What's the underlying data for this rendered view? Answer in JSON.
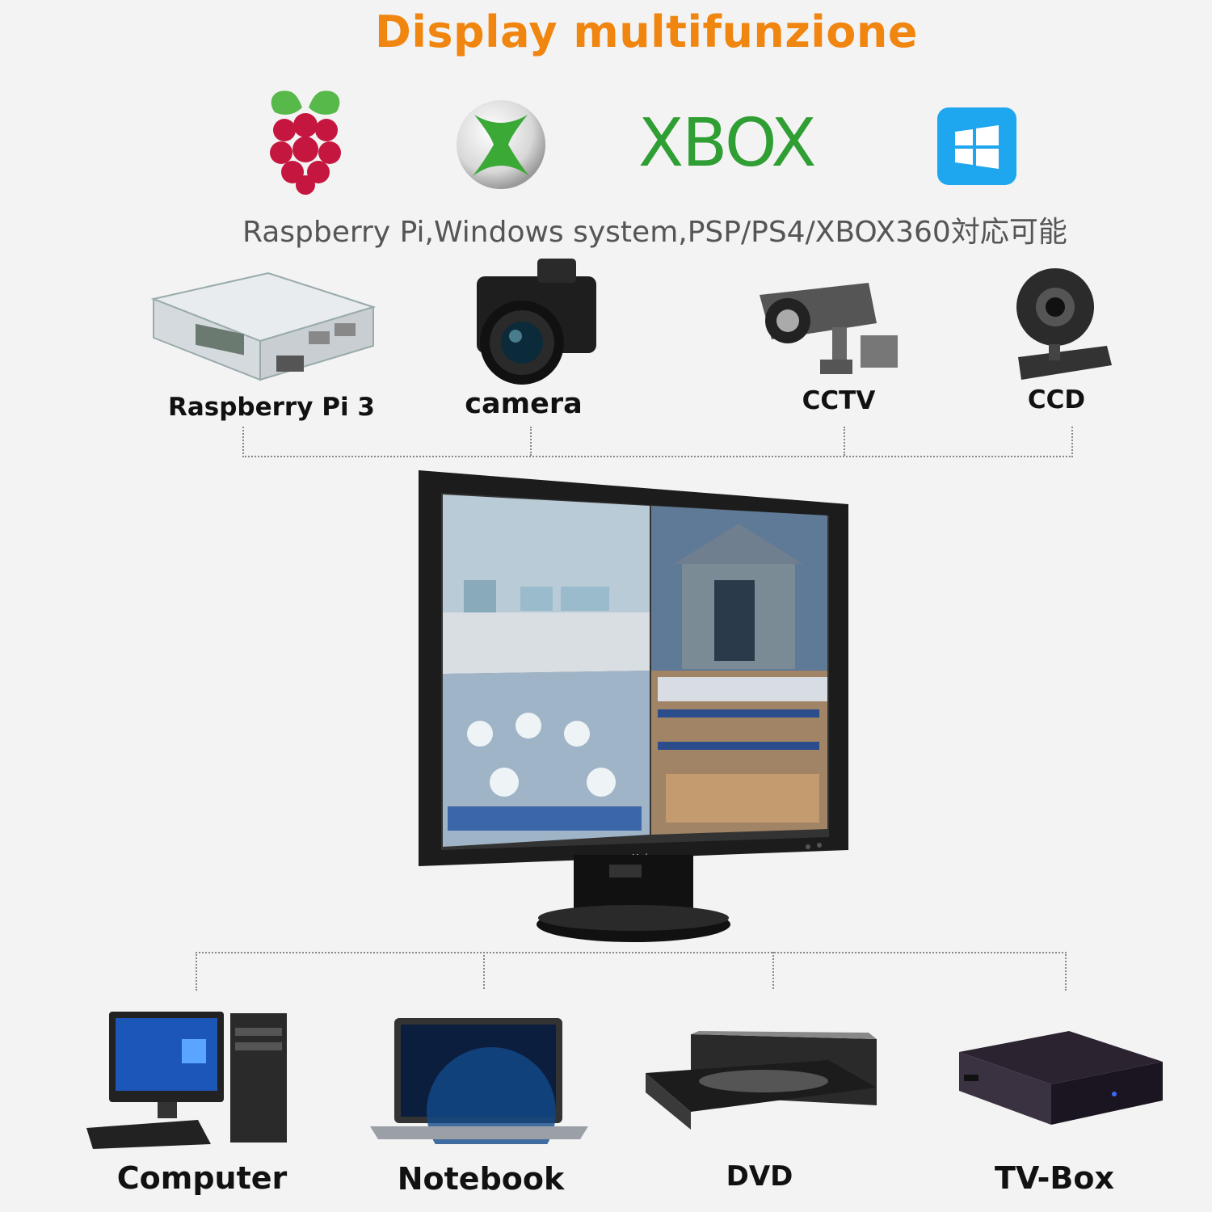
{
  "title": "Display multifunzione",
  "subtitle": "Raspberry Pi,Windows system,PSP/PS4/XBOX360対応可能",
  "logos": {
    "xbox_word": "XBOX",
    "icons": [
      "raspberry-pi-logo",
      "xbox-sphere-logo",
      "xbox-wordmark",
      "windows-logo"
    ]
  },
  "input_devices": [
    {
      "label": "Raspberry Pi 3",
      "icon": "raspberry-pi-case"
    },
    {
      "label": "camera",
      "icon": "dslr-camera"
    },
    {
      "label": "CCTV",
      "icon": "cctv-camera"
    },
    {
      "label": "CCD",
      "icon": "webcam"
    }
  ],
  "monitor": {
    "brand": "Upimo",
    "screen_panels": [
      "office-control-room",
      "house-exterior",
      "factory-workers",
      "warehouse"
    ]
  },
  "output_devices": [
    {
      "label": "Computer",
      "icon": "desktop-computer"
    },
    {
      "label": "Notebook",
      "icon": "laptop"
    },
    {
      "label": "DVD",
      "icon": "dvd-drive"
    },
    {
      "label": "TV-Box",
      "icon": "tv-box"
    }
  ],
  "colors": {
    "title": "#f0850f",
    "xbox_green": "#2f9e33",
    "windows_blue": "#1ea7ee",
    "raspberry_red": "#c5163f"
  }
}
